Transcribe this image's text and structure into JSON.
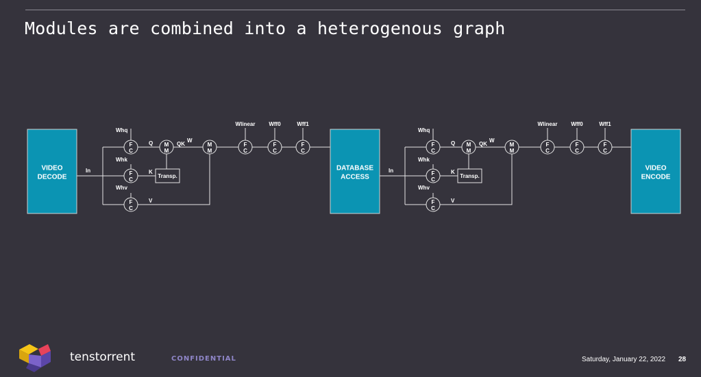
{
  "slide": {
    "title": "Modules are combined into a heterogenous graph",
    "brand": "tenstorrent",
    "confidential": "CONFIDENTIAL",
    "date": "Saturday, January 22, 2022",
    "page": "28"
  },
  "colors": {
    "background": "#35333c",
    "block_fill": "#0b94b3",
    "line": "#e6e6e6",
    "confidential": "#8f86c8",
    "logo_yellow": "#f5c518",
    "logo_red": "#e8435a",
    "logo_purple": "#7b62c9"
  },
  "blocks": {
    "video_decode": [
      "VIDEO",
      "DECODE"
    ],
    "database_access": [
      "DATABASE",
      "ACCESS"
    ],
    "video_encode": [
      "VIDEO",
      "ENCODE"
    ]
  },
  "nodes": {
    "fc": [
      "F",
      "C"
    ],
    "mm": [
      "M",
      "M"
    ]
  },
  "labels": {
    "in": "In",
    "whq": "Whq",
    "whk": "Whk",
    "whv": "Whv",
    "q": "Q",
    "k": "K",
    "v": "V",
    "qk": "QK",
    "w_sup": "W",
    "transp": "Transp.",
    "wlinear": "Wlinear",
    "wff0": "Wff0",
    "wff1": "Wff1"
  }
}
